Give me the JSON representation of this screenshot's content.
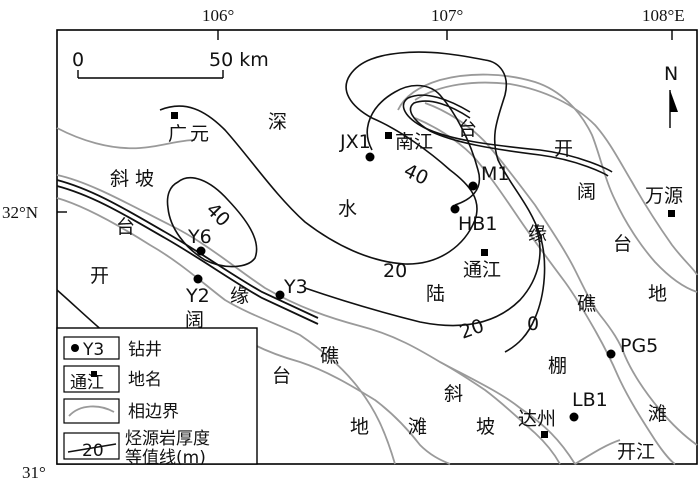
{
  "coords": {
    "lon_106": "106°",
    "lon_107": "107°",
    "lon_108": "108°E",
    "lat_32": "32°N",
    "lat_31": "31°"
  },
  "north": "N",
  "scale": {
    "zero": "0",
    "fifty": "50 km"
  },
  "zones": {
    "guangyuan_char1": "广",
    "guangyuan_char2": "元",
    "deep_char1": "深",
    "deep_char2": "水",
    "deep_char3": "陆",
    "slope_top": "斜 坡",
    "tai_left": "台",
    "kai_left": "开",
    "kuo_left": "阔",
    "yuan_left": "缘",
    "tai_mid": "台",
    "jiao_mid": "礁",
    "tan_mid1": "地",
    "tan_mid2": "滩",
    "xiepo_char1": "斜",
    "xiepo_char2": "坡",
    "peng": "棚",
    "tai_ne": "台",
    "kai_ne": "开",
    "kuo_ne": "阔",
    "yuan_ne": "缘",
    "tai_e": "台",
    "di_e": "地",
    "jiao_e": "礁",
    "tan_e": "滩"
  },
  "places": {
    "nanjiang": "南江",
    "tongjiang": "通江",
    "wanyuan": "万源",
    "dazhou": "达州",
    "kaijiang": "开江"
  },
  "wells": {
    "jx1": "JX1",
    "m1": "M1",
    "hb1": "HB1",
    "y6": "Y6",
    "y2": "Y2",
    "y3": "Y3",
    "pg5": "PG5",
    "lb1": "LB1"
  },
  "contours": {
    "c40_left": "40",
    "c40_right": "40",
    "c20_top": "20",
    "c20_bottom": "20",
    "c0": "0"
  },
  "legend": {
    "well_sym": "Y3",
    "well": "钻井",
    "place_sym": "通江",
    "place": "地名",
    "facies": "相边界",
    "contour_sym": "20",
    "contour_line1": "烃源岩厚度",
    "contour_line2": "等值线(m)"
  },
  "colors": {
    "facies_line": "#9a9a9a",
    "contour_line": "#111111",
    "frame": "#000000"
  }
}
